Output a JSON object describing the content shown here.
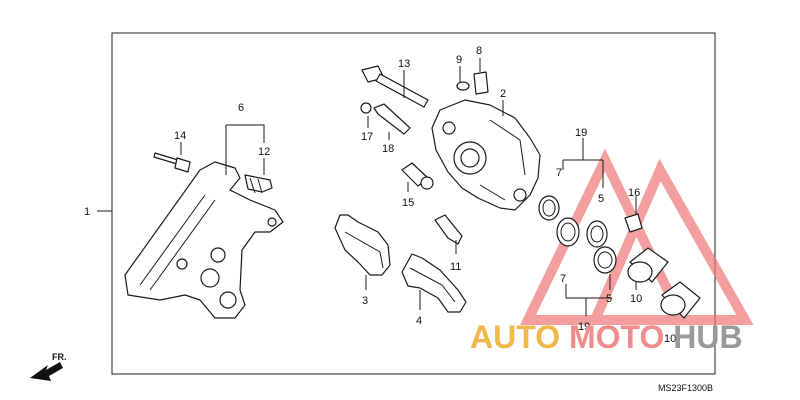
{
  "diagram": {
    "code": "MS23F1300B",
    "direction_label": "FR.",
    "callouts": [
      {
        "id": "c1",
        "label": "1"
      },
      {
        "id": "c2",
        "label": "2"
      },
      {
        "id": "c3",
        "label": "3"
      },
      {
        "id": "c4",
        "label": "4"
      },
      {
        "id": "c5a",
        "label": "5"
      },
      {
        "id": "c5b",
        "label": "5"
      },
      {
        "id": "c6",
        "label": "6"
      },
      {
        "id": "c7a",
        "label": "7"
      },
      {
        "id": "c7b",
        "label": "7"
      },
      {
        "id": "c8",
        "label": "8"
      },
      {
        "id": "c9",
        "label": "9"
      },
      {
        "id": "c10a",
        "label": "10"
      },
      {
        "id": "c10b",
        "label": "10"
      },
      {
        "id": "c11",
        "label": "11"
      },
      {
        "id": "c12",
        "label": "12"
      },
      {
        "id": "c13",
        "label": "13"
      },
      {
        "id": "c14",
        "label": "14"
      },
      {
        "id": "c15",
        "label": "15"
      },
      {
        "id": "c16",
        "label": "16"
      },
      {
        "id": "c17",
        "label": "17"
      },
      {
        "id": "c18",
        "label": "18"
      },
      {
        "id": "c19a",
        "label": "19"
      },
      {
        "id": "c19b",
        "label": "19"
      }
    ]
  },
  "watermark": {
    "part1": "AUTO",
    "part2": "MOTO",
    "part3": "HUB",
    "color1": "#f2b84b",
    "color2": "#f08c8c",
    "color3": "#999999",
    "triangle_color": "#ee7777"
  }
}
